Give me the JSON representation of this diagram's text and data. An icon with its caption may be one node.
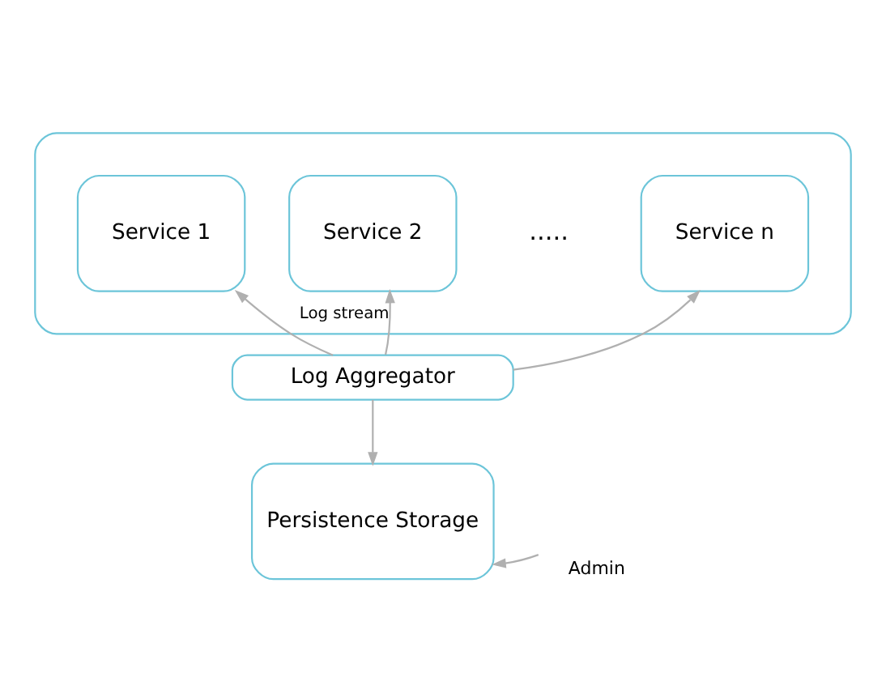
{
  "diagram": {
    "nodes": [
      {
        "text": [],
        "shape": "box"
      },
      {
        "text": [
          "Service 1"
        ],
        "in": 0
      },
      {
        "text": [
          "Service 2"
        ],
        "in": 0
      },
      {
        "text": [
          "Service n"
        ],
        "in": 0
      },
      {
        "text": [
          "Log Aggregator"
        ]
      },
      {
        "text": [
          "Persistence Storage"
        ]
      },
      {
        "text": [
          "Admin"
        ]
      }
    ],
    "edges": [
      {
        "from": 4,
        "to": 1,
        "arrow": "to"
      },
      {
        "from": 4,
        "to": 2,
        "arrow": "to",
        "label": "Log stream"
      },
      {
        "from": 4,
        "to": 3,
        "arrow": "to"
      },
      {
        "from": 4,
        "to": 5,
        "arrow": "to"
      },
      {
        "from": 6,
        "to": 5,
        "arrow": "to"
      }
    ],
    "labels": [
      "....."
    ]
  }
}
